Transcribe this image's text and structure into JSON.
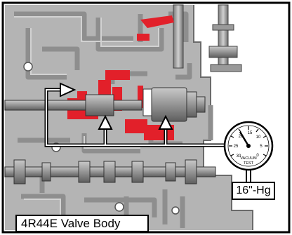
{
  "caption": "4R44E Valve Body",
  "gauge": {
    "reading": "16\"-Hg",
    "label_top": "VACUUM",
    "label_bottom": "TEST",
    "scale_numbers": [
      "0",
      "5",
      "10",
      "15",
      "20",
      "25",
      "30"
    ]
  },
  "colors": {
    "casting": "#b4b4b4",
    "channel": "#8e8e8e",
    "highlight_red": "#e2202a",
    "outline": "#000000",
    "arrow": "#ffffff"
  },
  "icons": [
    "vacuum-gauge-icon",
    "flow-arrow-icon"
  ]
}
